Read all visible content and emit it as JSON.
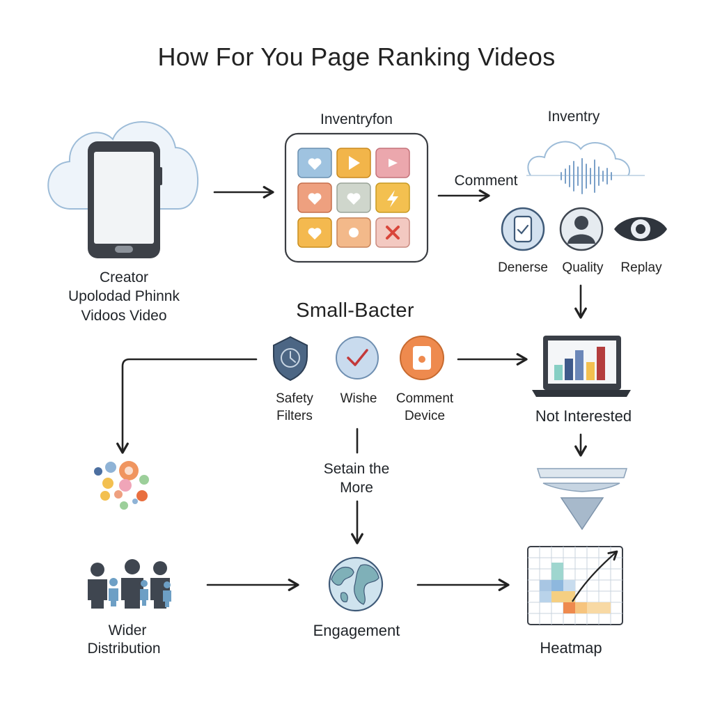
{
  "title": "How For You Page Ranking Videos",
  "nodes": {
    "creator": {
      "line1": "Creator",
      "line2": "Upolodad Phinnk",
      "line3": "Vidoos Video"
    },
    "inventryfon": {
      "label": "Inventryfon"
    },
    "inventry": {
      "label": "Inventry"
    },
    "comment_edge": {
      "label": "Comment"
    },
    "signals": {
      "denerse": "Denerse",
      "quality": "Quality",
      "replay": "Replay"
    },
    "small_bacter": {
      "label": "Small-Bacter"
    },
    "filters": {
      "safety_line1": "Safety",
      "safety_line2": "Filters",
      "wishe": "Wishe",
      "comment_line1": "Comment",
      "comment_line2": "Device"
    },
    "not_interested": {
      "label": "Not Interested"
    },
    "setain": {
      "line1": "Setain the",
      "line2": "More"
    },
    "wider": {
      "line1": "Wider",
      "line2": "Distribution"
    },
    "engagement": {
      "label": "Engagement"
    },
    "heatmap": {
      "label": "Heatmap"
    }
  },
  "icons": [
    "cloud-icon",
    "smartphone-icon",
    "heart-icon",
    "play-icon",
    "lightning-icon",
    "x-icon",
    "soundwave-cloud-icon",
    "phone-check-icon",
    "user-icon",
    "eye-icon",
    "shield-clock-icon",
    "checkmark-icon",
    "device-icon",
    "laptop-bar-chart-icon",
    "funnel-icon",
    "bubbles-icon",
    "family-icon",
    "globe-icon",
    "heatmap-chart-icon"
  ],
  "colors": {
    "arrow": "#222222",
    "tile_blue": "#9fc3e0",
    "tile_orange": "#f2b54a",
    "tile_pink": "#eba7ad",
    "tile_coral": "#eea07f",
    "tile_gray": "#cfd6cc",
    "tile_gold": "#f3c050",
    "tile_peach": "#f3b98a",
    "tile_rose": "#f3c9c1",
    "accent_orange": "#ee8a4e",
    "accent_blue": "#8fb3d6",
    "accent_navy": "#3f5a78"
  }
}
